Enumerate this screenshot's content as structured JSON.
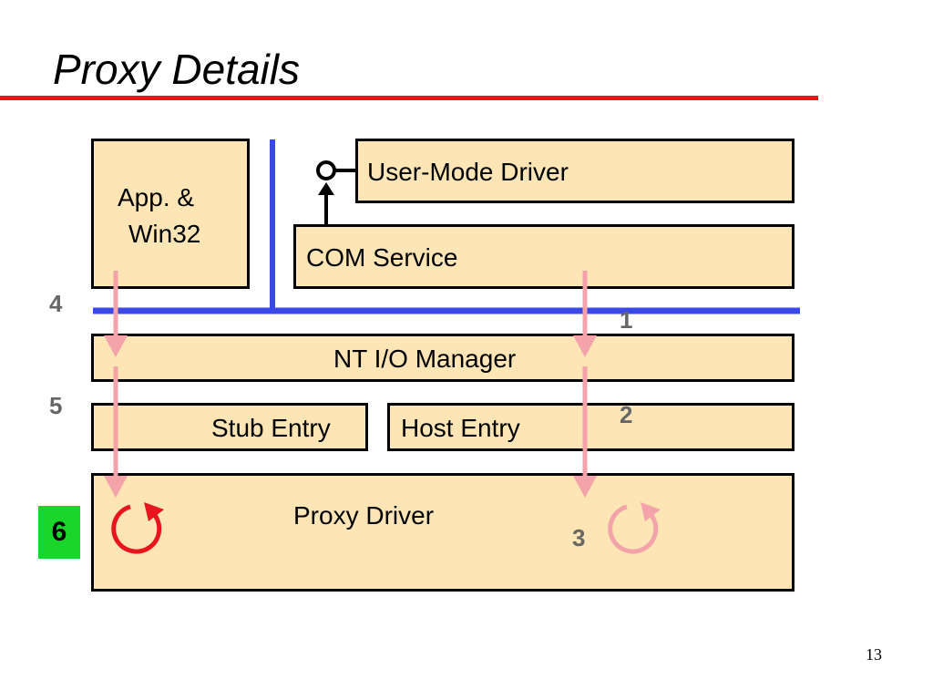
{
  "slide": {
    "title": "Proxy Details",
    "page_number": "13",
    "accent_color": "#e8161c",
    "bus_color": "#3a48e8",
    "box_fill": "#fde5b5"
  },
  "boxes": {
    "app_win32_line1": "App. &",
    "app_win32_line2": "Win32",
    "user_mode_driver": "User-Mode Driver",
    "com_service": "COM Service",
    "nt_io_manager": "NT I/O Manager",
    "stub_entry": "Stub Entry",
    "host_entry": "Host Entry",
    "proxy_driver": "Proxy Driver"
  },
  "steps": {
    "one": "1",
    "two": "2",
    "three": "3",
    "four": "4",
    "five": "5",
    "six": "6"
  },
  "icons": {
    "active_cycle": "circular-arrow-icon",
    "inactive_cycle": "circular-arrow-icon",
    "connector": "plug-connector-icon"
  }
}
